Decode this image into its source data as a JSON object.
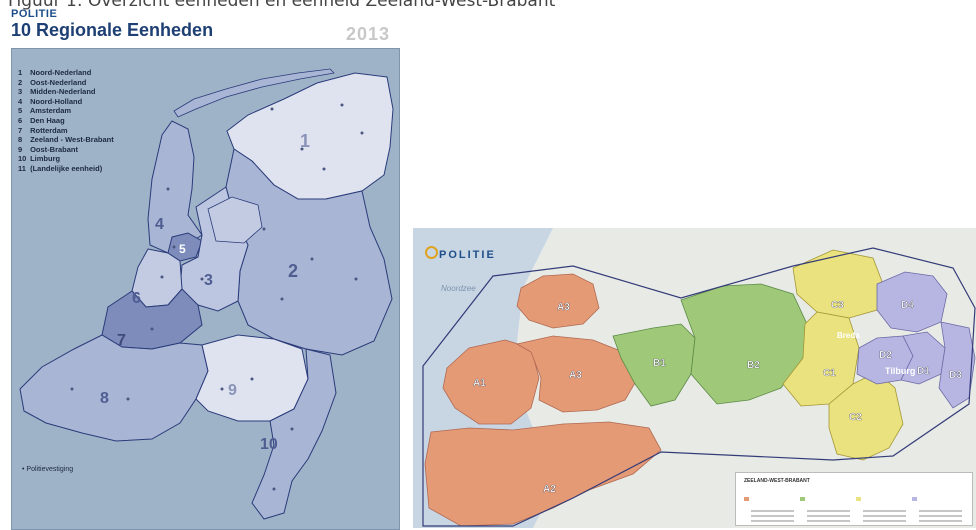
{
  "caption": "Figuur 1: Overzicht eenheden en eenheid Zeeland-West-Brabant",
  "left_map": {
    "brand": "POLITIE",
    "title": "10 Regionale Eenheden",
    "year": "2013",
    "legend": [
      {
        "num": "1",
        "label": "Noord-Nederland"
      },
      {
        "num": "2",
        "label": "Oost-Nederland"
      },
      {
        "num": "3",
        "label": "Midden-Nederland"
      },
      {
        "num": "4",
        "label": "Noord-Holland"
      },
      {
        "num": "5",
        "label": "Amsterdam"
      },
      {
        "num": "6",
        "label": "Den Haag"
      },
      {
        "num": "7",
        "label": "Rotterdam"
      },
      {
        "num": "8",
        "label": "Zeeland - West-Brabant"
      },
      {
        "num": "9",
        "label": "Oost-Brabant"
      },
      {
        "num": "10",
        "label": "Limburg"
      },
      {
        "num": "11",
        "label": "(Landelijke eenheid)"
      }
    ],
    "poi_legend": "Politievestiging",
    "region_numbers": [
      "1",
      "2",
      "3",
      "4",
      "5",
      "6",
      "7",
      "8",
      "9",
      "10"
    ],
    "colors": {
      "sea": "#9fb3c8",
      "light": "#dfe3ef",
      "mid": "#a9b5d4",
      "dark": "#7d8cbb"
    }
  },
  "right_map": {
    "brand": "POLITIE",
    "sea_label": "Noordzee",
    "legend_title": "ZEELAND-WEST-BRABANT",
    "district_labels": [
      "A1",
      "A2",
      "A3",
      "A3",
      "B1",
      "B2",
      "C1",
      "C2",
      "C3",
      "D1",
      "D2",
      "D3",
      "D4"
    ],
    "place_labels": [
      "Breda",
      "Tilburg"
    ],
    "colors": {
      "A": "#e59a76",
      "B": "#9fc979",
      "C": "#eae27f",
      "D": "#b7b6e2",
      "water": "#b5c9dc"
    }
  }
}
